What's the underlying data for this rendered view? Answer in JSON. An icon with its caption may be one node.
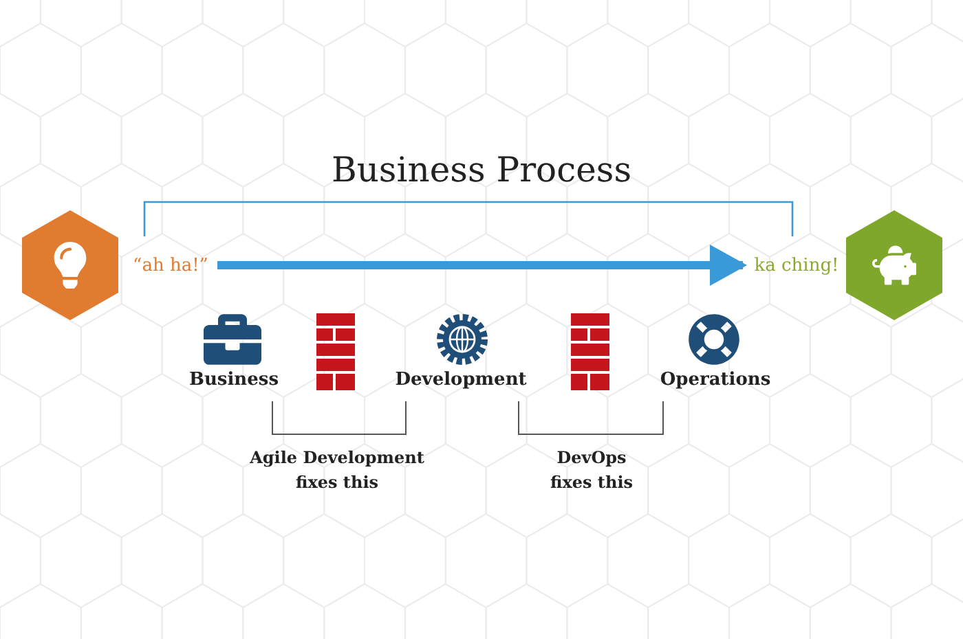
{
  "diagram": {
    "title": "Business Process",
    "nodes": [
      {
        "text": [],
        "shape": "hexagon"
      },
      {
        "text": [
          "“ah ha!”"
        ]
      },
      {
        "text": [
          "ka ching!"
        ]
      },
      {
        "text": [],
        "shape": "hexagon"
      }
    ],
    "edges": [
      {
        "from": 1,
        "to": 2,
        "arrow": "to"
      }
    ],
    "labels": [
      "Business",
      "Development",
      "Operations",
      "Agile Development fixes this",
      "DevOps fixes this"
    ]
  }
}
